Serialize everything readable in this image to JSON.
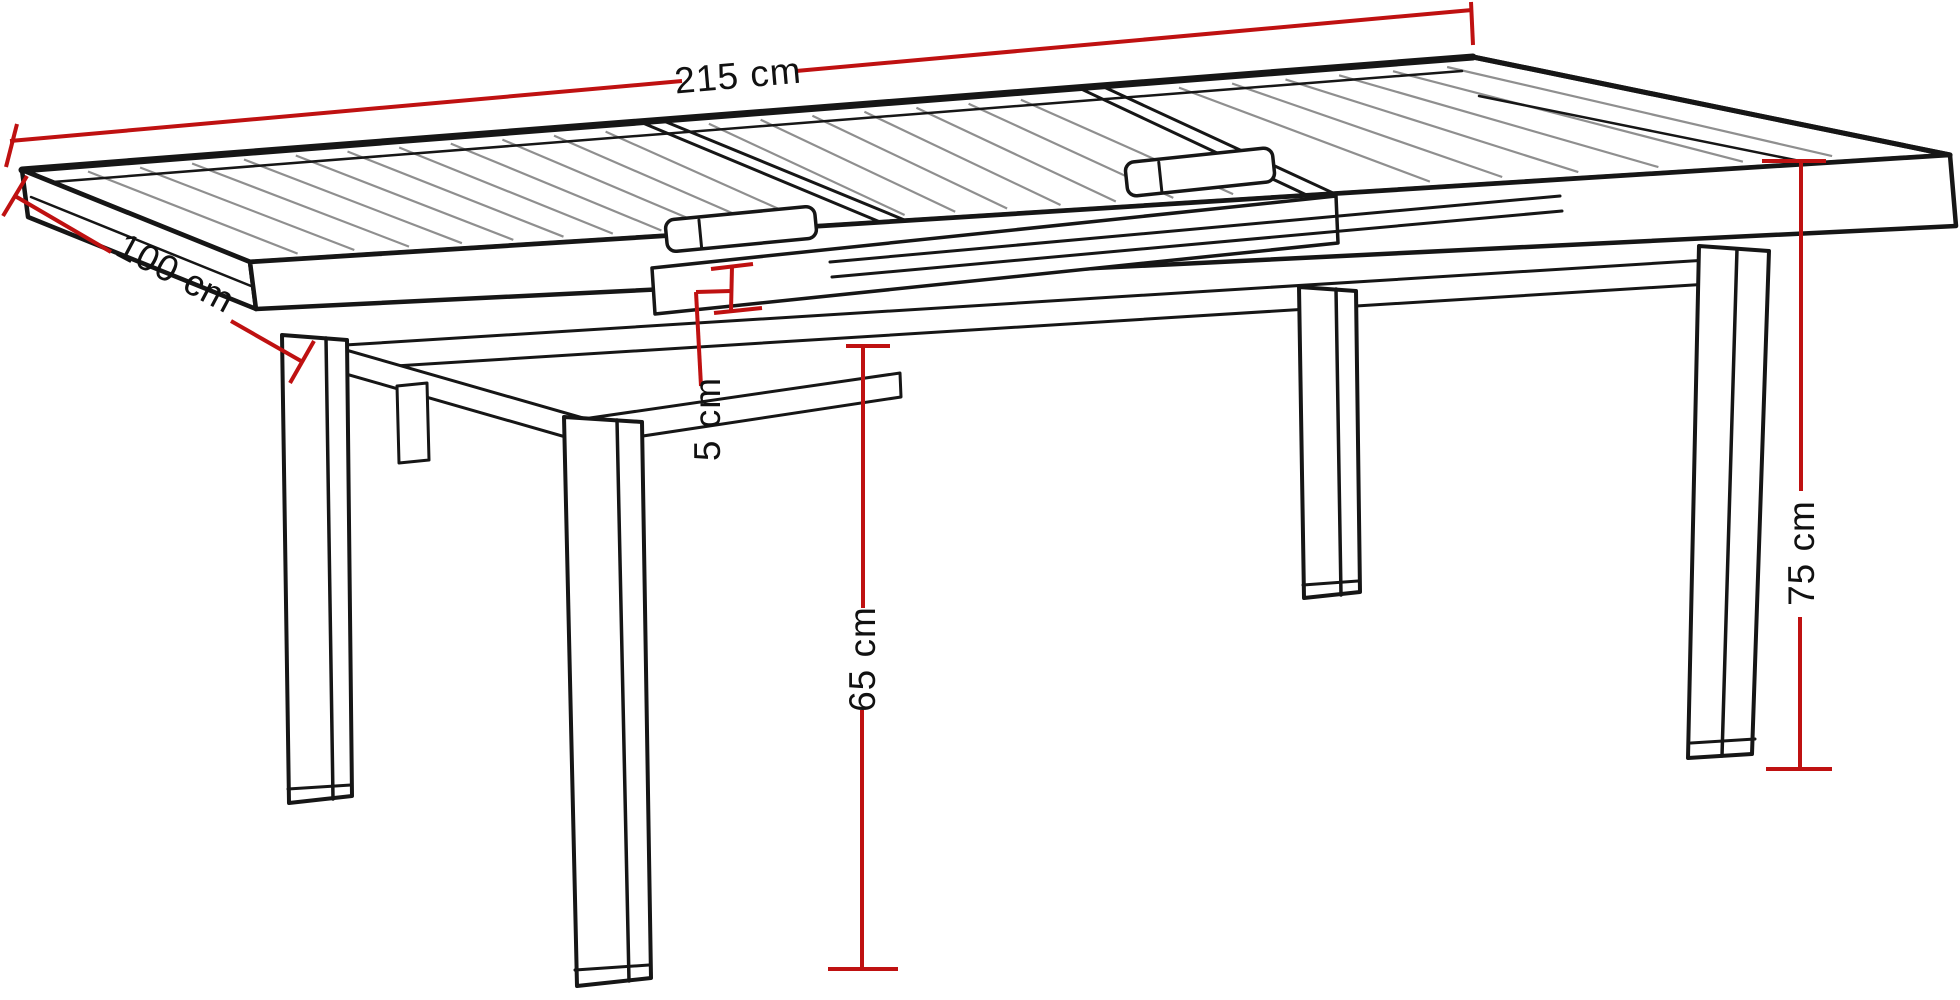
{
  "figure": {
    "type": "technical-line-drawing",
    "subject": "extendable rectangular table with slatted three-panel top, perspective view"
  },
  "colors": {
    "dimension": "#bf1111",
    "outline": "#161616",
    "slat": "#8f8f8f",
    "background": "#ffffff"
  },
  "dimensions": {
    "length": {
      "label": "215 cm"
    },
    "depth": {
      "label": "100 cm"
    },
    "top_thickness": {
      "label": "5 cm"
    },
    "clearance": {
      "label": "65 cm"
    },
    "height": {
      "label": "75 cm"
    }
  }
}
